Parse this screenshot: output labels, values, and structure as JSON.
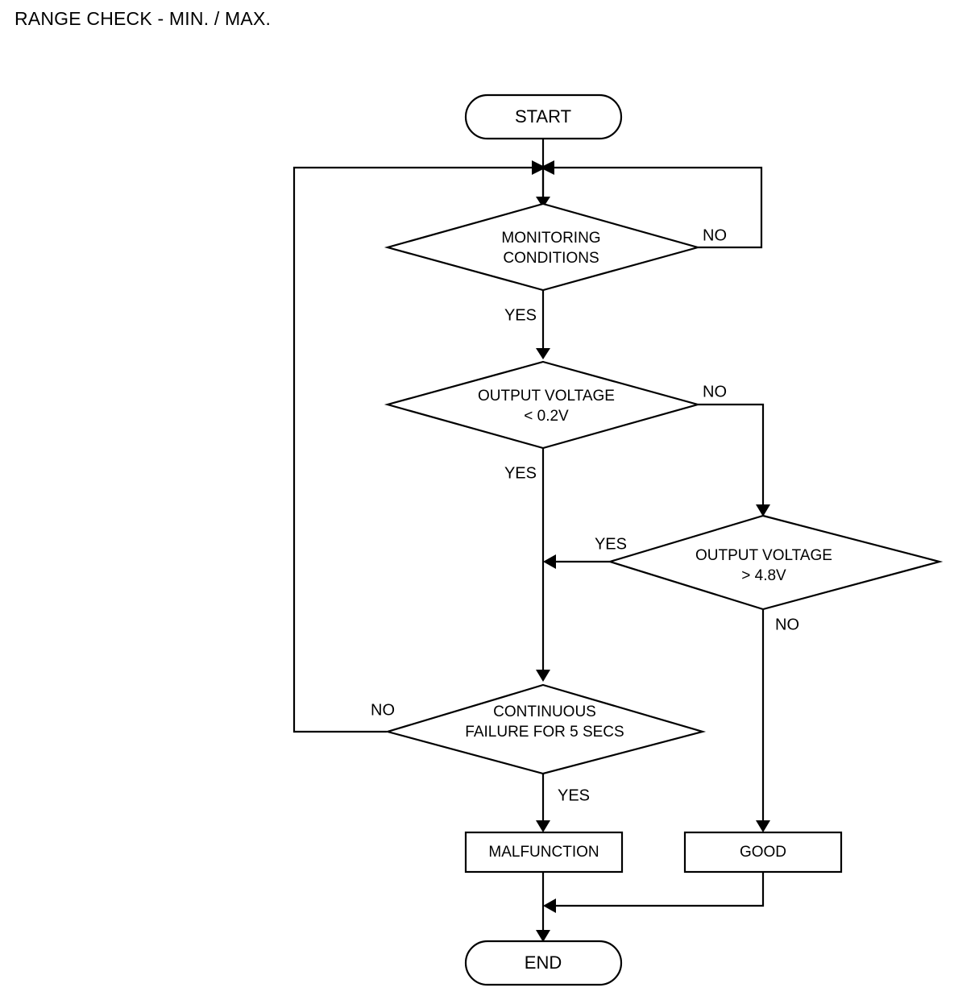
{
  "page": {
    "title": "RANGE CHECK - MIN. / MAX.",
    "background_color": "#ffffff",
    "line_color": "#000000"
  },
  "diagram": {
    "type": "flowchart",
    "orientation": "top-to-bottom",
    "nodes": [
      {
        "id": "start",
        "shape": "terminator",
        "label": "START"
      },
      {
        "id": "monitoring",
        "shape": "decision",
        "label_line1": "MONITORING",
        "label_line2": "CONDITIONS"
      },
      {
        "id": "vmin",
        "shape": "decision",
        "label_line1": "OUTPUT VOLTAGE",
        "label_line2": "< 0.2V"
      },
      {
        "id": "vmax",
        "shape": "decision",
        "label_line1": "OUTPUT VOLTAGE",
        "label_line2": "> 4.8V"
      },
      {
        "id": "contfail",
        "shape": "decision",
        "label_line1": "CONTINUOUS",
        "label_line2": "FAILURE FOR 5 SECS"
      },
      {
        "id": "malfunction",
        "shape": "process",
        "label": "MALFUNCTION"
      },
      {
        "id": "good",
        "shape": "process",
        "label": "GOOD"
      },
      {
        "id": "end",
        "shape": "terminator",
        "label": "END"
      }
    ],
    "edge_labels": {
      "monitoring_no": "NO",
      "monitoring_yes": "YES",
      "vmin_no": "NO",
      "vmin_yes": "YES",
      "vmax_yes": "YES",
      "vmax_no": "NO",
      "contfail_no": "NO",
      "contfail_yes": "YES"
    },
    "edges": [
      {
        "from": "start",
        "to": "monitoring",
        "label": ""
      },
      {
        "from": "monitoring",
        "to": "loop-top",
        "label": "NO"
      },
      {
        "from": "monitoring",
        "to": "vmin",
        "label": "YES"
      },
      {
        "from": "vmin",
        "to": "vmax",
        "label": "NO"
      },
      {
        "from": "vmin",
        "to": "contfail",
        "label": "YES"
      },
      {
        "from": "vmax",
        "to": "contfail",
        "label": "YES"
      },
      {
        "from": "vmax",
        "to": "good",
        "label": "NO"
      },
      {
        "from": "contfail",
        "to": "loop-top",
        "label": "NO"
      },
      {
        "from": "contfail",
        "to": "malfunction",
        "label": "YES"
      },
      {
        "from": "malfunction",
        "to": "end",
        "label": ""
      },
      {
        "from": "good",
        "to": "end",
        "label": ""
      }
    ]
  }
}
